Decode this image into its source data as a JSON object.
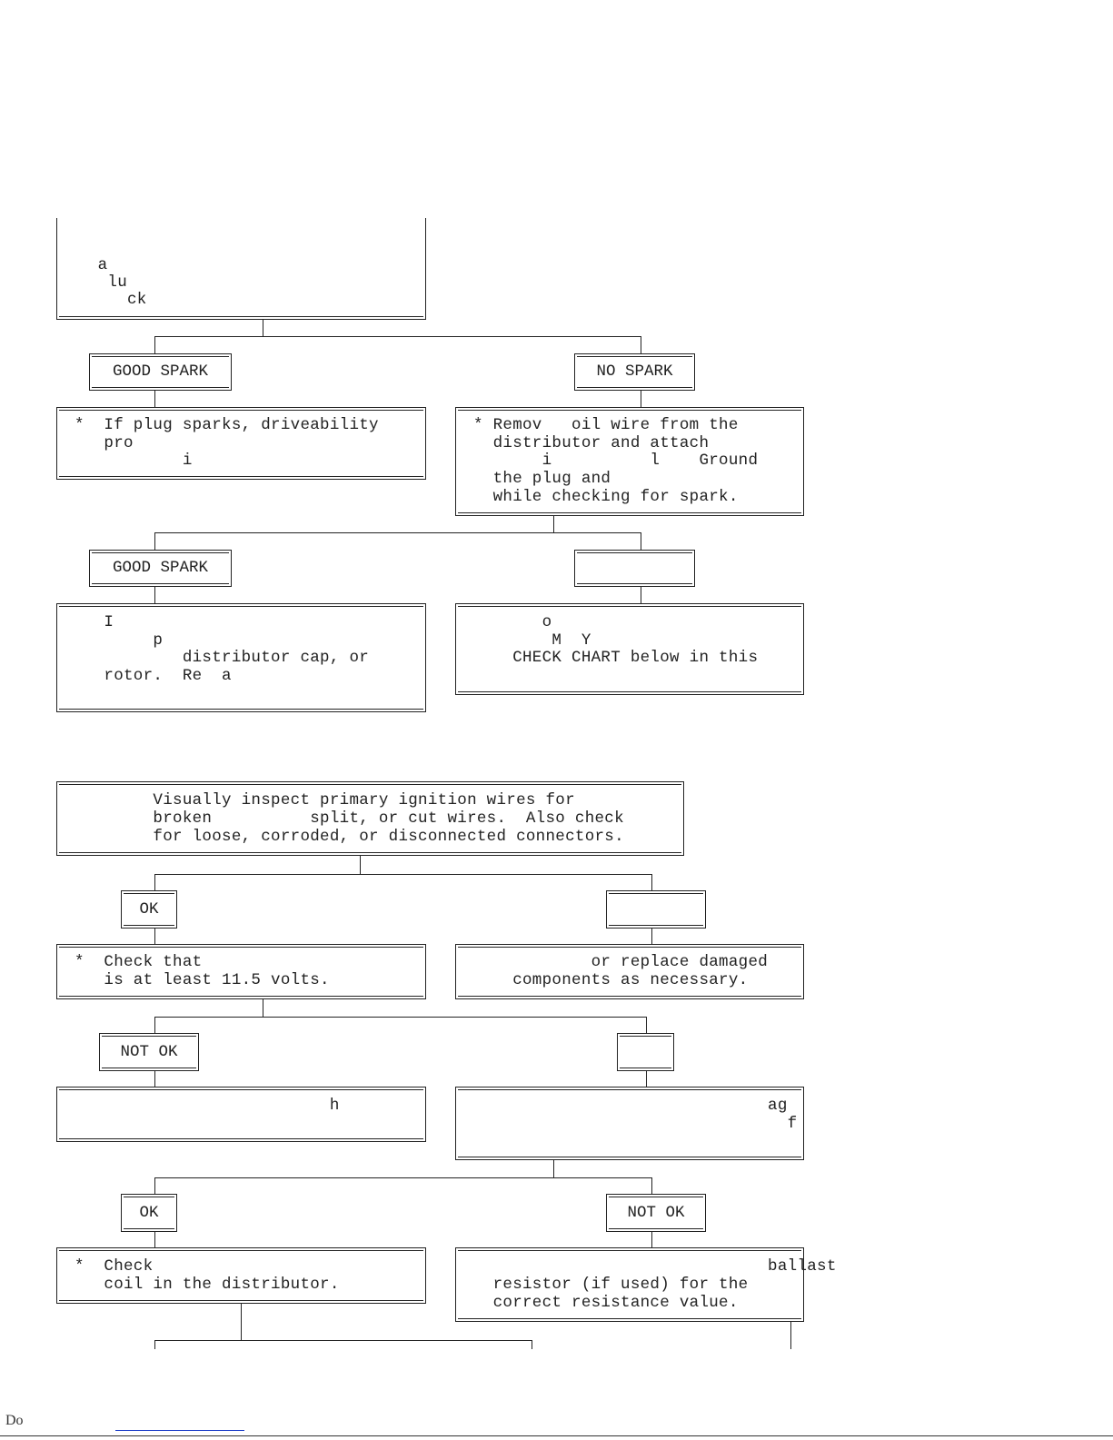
{
  "flowchart_top": {
    "start_box_lines": [
      "",
      "",
      "  a",
      "   lu",
      "     ck"
    ],
    "branch1": {
      "left_label": "GOOD SPARK",
      "left_text": [
        "*  If plug sparks, driveability",
        "   pro",
        "           i"
      ],
      "right_label": "NO SPARK",
      "right_text": [
        "* Remov   oil wire from the",
        "  distributor and attach",
        "       i          l    Ground",
        "  the plug and",
        "  while checking for spark."
      ]
    },
    "branch2": {
      "left_label": "GOOD SPARK",
      "left_text": [
        "   I",
        "        p",
        "           distributor cap, or",
        "   rotor.  Re  a"
      ],
      "right_label": "",
      "right_text": [
        "       o",
        "        M  Y",
        "    CHECK CHART below in this"
      ]
    }
  },
  "flowchart_bottom": {
    "start_box_lines": [
      "        Visually inspect primary ignition wires for",
      "        broken          split, or cut wires.  Also check",
      "        for loose, corroded, or disconnected connectors."
    ],
    "branch1": {
      "left_label": "OK",
      "left_text": [
        "*  Check that",
        "   is at least 11.5 volts."
      ],
      "right_label": "",
      "right_text": [
        "            or replace damaged",
        "    components as necessary."
      ]
    },
    "branch2": {
      "left_label": "NOT OK",
      "left_text": [
        "                          h"
      ],
      "right_label": "",
      "right_text": [
        "                              ag",
        "                                f"
      ]
    },
    "branch3": {
      "left_label": "OK",
      "left_text": [
        "*  Check",
        "   coil in the distributor."
      ],
      "right_label": "NOT OK",
      "right_text": [
        "                              ballast",
        "  resistor (if used) for the",
        "  correct resistance value."
      ]
    }
  },
  "footer": {
    "text": "Do"
  }
}
